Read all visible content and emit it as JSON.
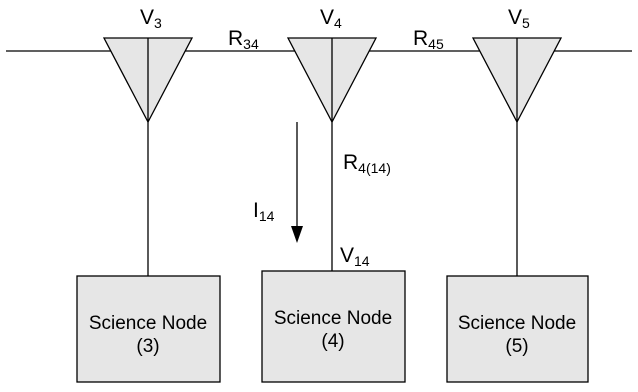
{
  "colors": {
    "line": "#000000",
    "shape_fill": "#e6e6e6",
    "background": "#ffffff"
  },
  "labels": {
    "v3": {
      "main": "V",
      "sub": "3"
    },
    "v4": {
      "main": "V",
      "sub": "4"
    },
    "v5": {
      "main": "V",
      "sub": "5"
    },
    "r34": {
      "main": "R",
      "sub": "34"
    },
    "r45": {
      "main": "R",
      "sub": "45"
    },
    "r4_14": {
      "main": "R",
      "sub": "4(14)"
    },
    "i14": {
      "main": "I",
      "sub": "14"
    },
    "v14": {
      "main": "V",
      "sub": "14"
    }
  },
  "nodes": [
    {
      "line1": "Science Node",
      "line2": "(3)"
    },
    {
      "line1": "Science Node",
      "line2": "(4)"
    },
    {
      "line1": "Science Node",
      "line2": "(5)"
    }
  ]
}
